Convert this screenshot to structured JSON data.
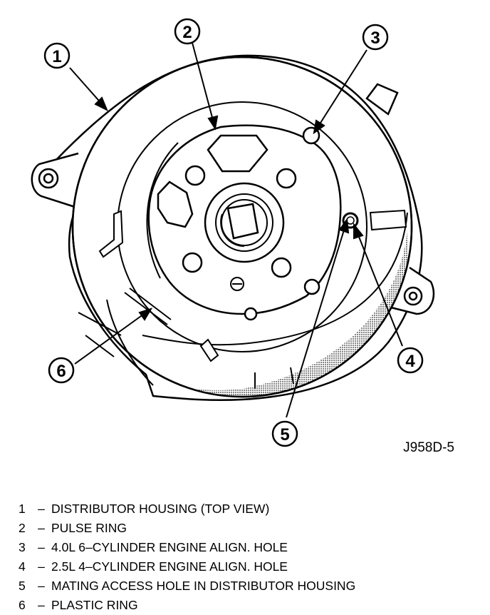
{
  "figure_id": "J958D-5",
  "callouts": [
    {
      "num": "1"
    },
    {
      "num": "2"
    },
    {
      "num": "3"
    },
    {
      "num": "4"
    },
    {
      "num": "5"
    },
    {
      "num": "6"
    }
  ],
  "legend": [
    {
      "num": "1",
      "sep": "–",
      "text": "DISTRIBUTOR HOUSING (TOP VIEW)"
    },
    {
      "num": "2",
      "sep": "–",
      "text": "PULSE RING"
    },
    {
      "num": "3",
      "sep": "–",
      "text": "4.0L 6–CYLINDER ENGINE ALIGN. HOLE"
    },
    {
      "num": "4",
      "sep": "–",
      "text": "2.5L 4–CYLINDER ENGINE ALIGN. HOLE"
    },
    {
      "num": "5",
      "sep": "–",
      "text": "MATING ACCESS HOLE IN DISTRIBUTOR HOUSING"
    },
    {
      "num": "6",
      "sep": "–",
      "text": "PLASTIC RING"
    }
  ]
}
